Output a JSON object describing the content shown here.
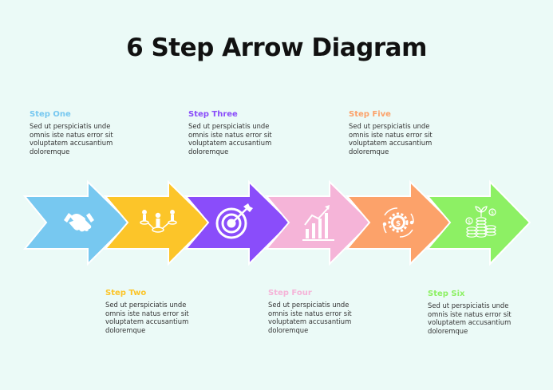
{
  "title": "6 Step Arrow Diagram",
  "steps": [
    {
      "label": "Step One",
      "color": "#77c8f0",
      "icon": "handshake-icon",
      "desc": "Sed ut perspiciatis unde omnis iste natus error sit voluptatem accusantium doloremque"
    },
    {
      "label": "Step Two",
      "color": "#fcc529",
      "icon": "team-network-icon",
      "desc": "Sed ut perspiciatis unde omnis iste natus error sit voluptatem accusantium doloremque"
    },
    {
      "label": "Step Three",
      "color": "#8a4dfa",
      "icon": "target-icon",
      "desc": "Sed ut perspiciatis unde omnis iste natus error sit voluptatem accusantium doloremque"
    },
    {
      "label": "Step Four",
      "color": "#f5b4d8",
      "icon": "growth-chart-icon",
      "desc": "Sed ut perspiciatis unde omnis iste natus error sit voluptatem accusantium doloremque"
    },
    {
      "label": "Step Five",
      "color": "#fca26a",
      "icon": "money-gear-icon",
      "desc": "Sed ut perspiciatis unde omnis iste natus error sit voluptatem accusantium doloremque"
    },
    {
      "label": "Step Six",
      "color": "#8df064",
      "icon": "coin-growth-icon",
      "desc": "Sed ut perspiciatis unde omnis iste natus error sit voluptatem accusantium doloremque"
    }
  ]
}
